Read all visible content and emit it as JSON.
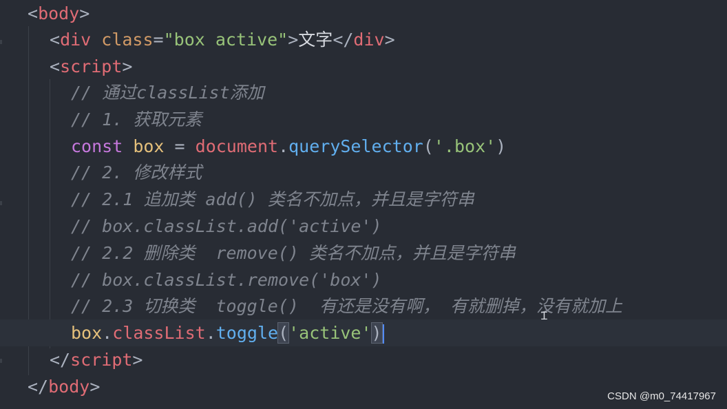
{
  "editor": {
    "colors": {
      "background": "#282c34",
      "tag": "#e06c75",
      "attribute": "#d19a66",
      "string": "#98c379",
      "keyword": "#c678dd",
      "variable": "#e5c07b",
      "function": "#61afef",
      "comment": "#7f848e"
    },
    "lines": {
      "l1": {
        "lt": "<",
        "tag": "body",
        "gt": ">"
      },
      "l2": {
        "lt": "<",
        "tag": "div",
        "sp": " ",
        "attr": "class",
        "eq": "=",
        "val": "\"box active\"",
        "gt": ">",
        "text": "文字",
        "close_lt": "</",
        "close_tag": "div",
        "close_gt": ">"
      },
      "l3": {
        "lt": "<",
        "tag": "script",
        "gt": ">"
      },
      "l4": {
        "comment": "// 通过classList添加"
      },
      "l5": {
        "comment": "// 1. 获取元素"
      },
      "l6": {
        "kw": "const",
        "sp1": " ",
        "var": "box",
        "op": " = ",
        "obj": "document",
        "dot": ".",
        "fn": "querySelector",
        "open": "(",
        "arg": "'.box'",
        "close": ")"
      },
      "l7": {
        "comment": "// 2. 修改样式"
      },
      "l8": {
        "comment": "// 2.1 追加类 add() 类名不加点，并且是字符串"
      },
      "l9": {
        "comment": "// box.classList.add('active')"
      },
      "l10": {
        "comment": "// 2.2 删除类  remove() 类名不加点，并且是字符串"
      },
      "l11": {
        "comment": "// box.classList.remove('box')"
      },
      "l12": {
        "comment": "// 2.3 切换类  toggle()  有还是没有啊， 有就删掉，没有就加上"
      },
      "l13": {
        "var": "box",
        "dot1": ".",
        "prop": "classList",
        "dot2": ".",
        "fn": "toggle",
        "open": "(",
        "arg": "'active'",
        "close": ")"
      },
      "l14": {
        "lt": "</",
        "tag": "script",
        "gt": ">"
      },
      "l15": {
        "lt": "</",
        "tag": "body",
        "gt": ">"
      }
    }
  },
  "watermark": "CSDN @m0_74417967"
}
